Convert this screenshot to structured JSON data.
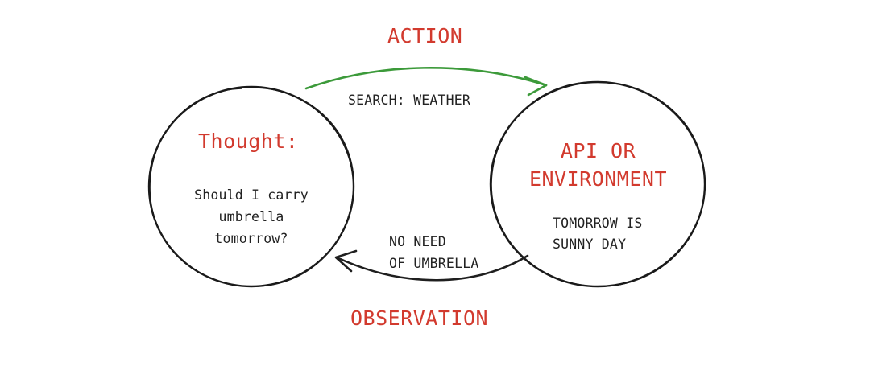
{
  "action": {
    "label": "ACTION",
    "detail": "SEARCH: WEATHER",
    "arrow_color": "#3c9a3a"
  },
  "observation": {
    "label": "OBSERVATION",
    "detail_line1": "NO NEED",
    "detail_line2": "OF UMBRELLA",
    "arrow_color": "#1f1f1f"
  },
  "thought": {
    "title": "Thought:",
    "question_line1": "Should I carry",
    "question_line2": "umbrella",
    "question_line3": "tomorrow?"
  },
  "environment": {
    "title_line1": "API OR",
    "title_line2": "ENVIRONMENT",
    "result_line1": "TOMORROW IS",
    "result_line2": "SUNNY DAY"
  },
  "colors": {
    "label_red": "#d23a2e",
    "circle_stroke": "#1a1a1a",
    "text": "#222222"
  }
}
